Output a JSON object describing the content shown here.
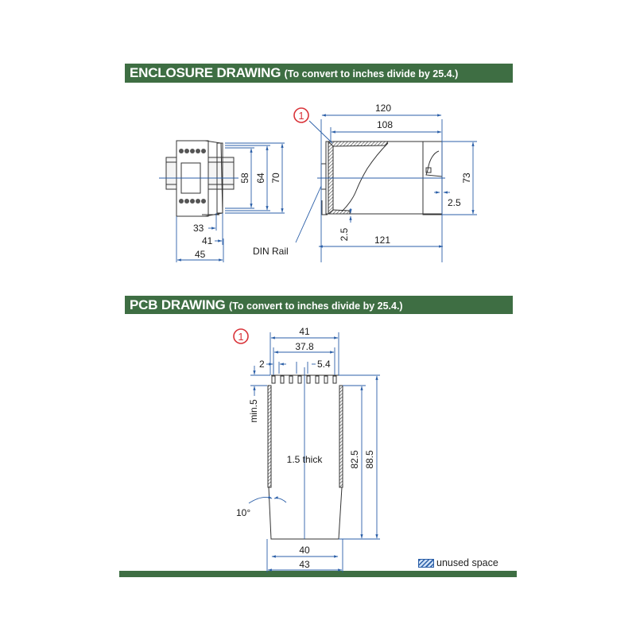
{
  "sections": {
    "enclosure": {
      "title": "ENCLOSURE DRAWING",
      "subtitle": "(To convert to inches divide by 25.4.)",
      "front_view": {
        "dims": {
          "d58": "58",
          "d64": "64",
          "d70": "70",
          "d33": "33",
          "d41": "41",
          "d45": "45"
        }
      },
      "side_view": {
        "dims": {
          "d120": "120",
          "d108": "108",
          "d73": "73",
          "d25a": "2.5",
          "d25b": "2.5",
          "d121": "121"
        }
      },
      "callout": "1",
      "din_rail_label": "DIN Rail"
    },
    "pcb": {
      "title": "PCB DRAWING",
      "subtitle": "(To convert to inches divide by 25.4.)",
      "callout": "1",
      "dims": {
        "d41": "41",
        "d378": "37.8",
        "d2": "2",
        "d54": "5.4",
        "min5": "min.5",
        "thick": "1.5 thick",
        "d825": "82.5",
        "d885": "88.5",
        "angle": "10°",
        "d40": "40",
        "d43": "43"
      },
      "legend": "unused space"
    }
  },
  "colors": {
    "banner": "#3e6e43",
    "dimension_line": "#2b5fa8",
    "callout": "#d9343a",
    "outline": "#333333"
  }
}
